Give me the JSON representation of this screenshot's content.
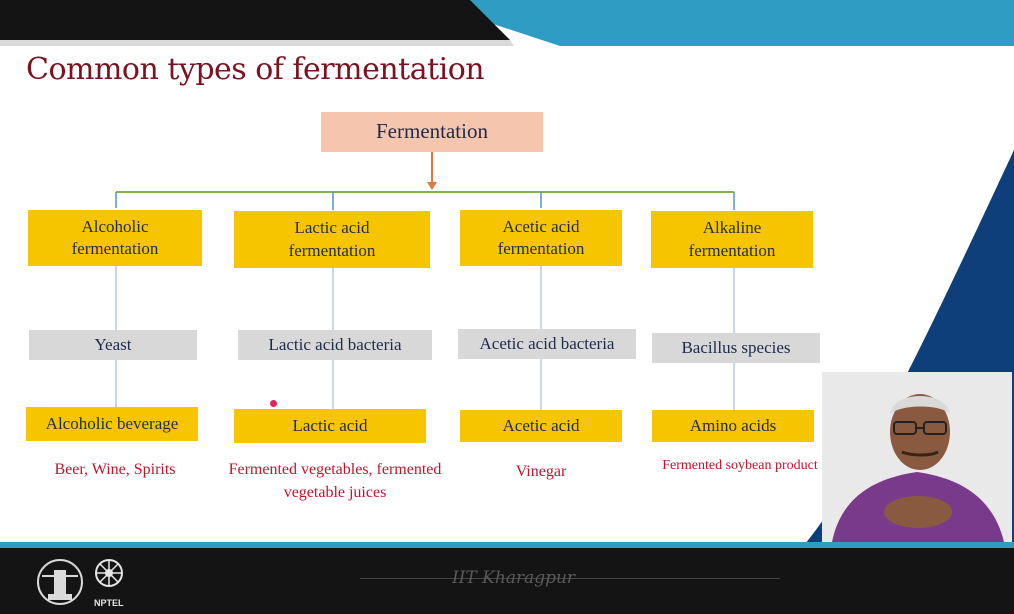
{
  "slide": {
    "title": "Common types of fermentation",
    "root": "Fermentation",
    "categories": [
      {
        "name": "Alcoholic fermentation",
        "organism": "Yeast",
        "product": "Alcoholic beverage",
        "examples": "Beer, Wine, Spirits"
      },
      {
        "name": "Lactic acid fermentation",
        "organism": "Lactic acid bacteria",
        "product": "Lactic acid",
        "examples": "Fermented vegetables, fermented vegetable juices"
      },
      {
        "name": "Acetic acid fermentation",
        "organism": "Acetic acid bacteria",
        "product": "Acetic acid",
        "examples": "Vinegar"
      },
      {
        "name": "Alkaline fermentation",
        "organism": "Bacillus species",
        "product": "Amino acids",
        "examples": "Fermented soybean product"
      }
    ]
  },
  "footer": {
    "watermark": "IIT Kharagpur",
    "logo_label": "NPTEL"
  },
  "colors": {
    "title": "#7a1220",
    "root_box": "#f5c6ad",
    "category_box": "#f7c500",
    "organism_box": "#d8d8d8",
    "examples_text": "#c0152f",
    "top_band": "#2f9cc4",
    "bottom_band": "#141414"
  }
}
